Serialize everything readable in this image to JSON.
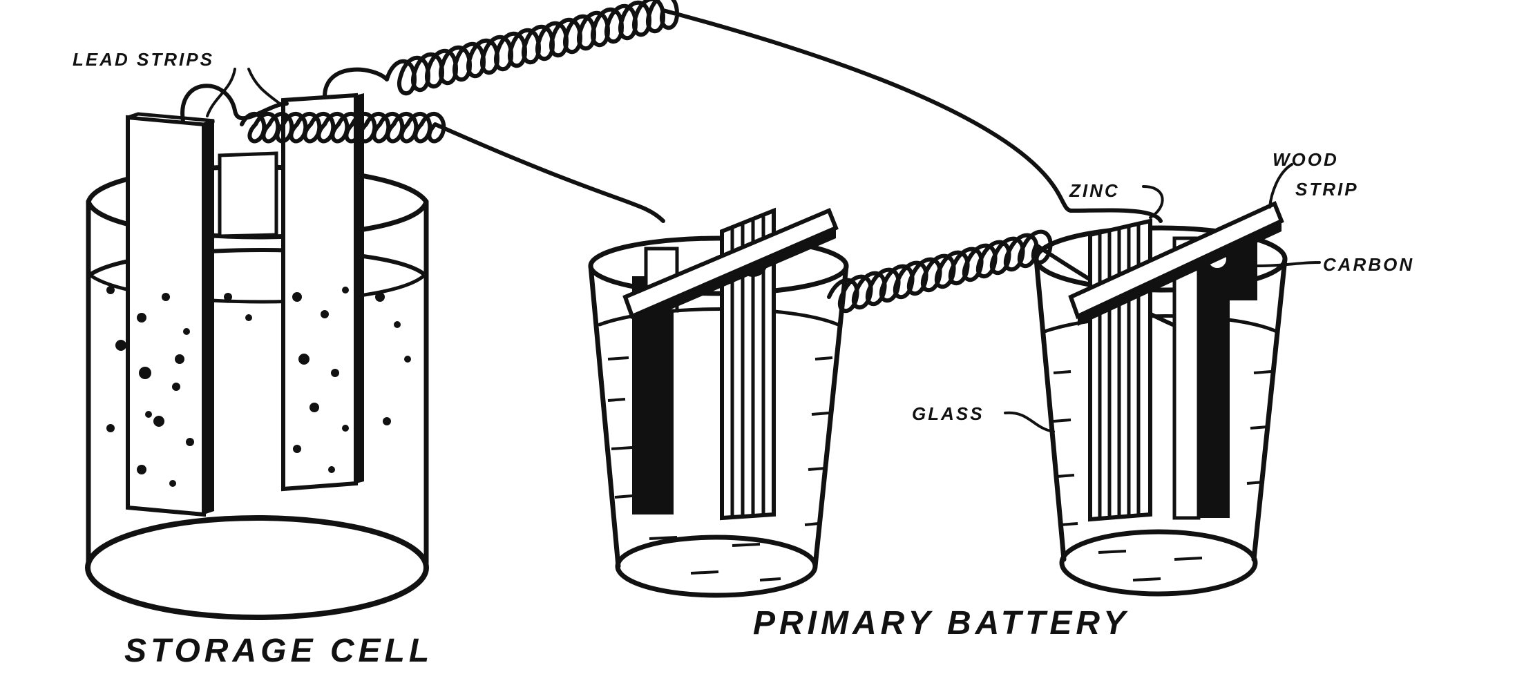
{
  "labels": {
    "lead_strips": "LEAD STRIPS",
    "zinc": "ZINC",
    "wood_strip_line1": "WOOD",
    "wood_strip_line2": "STRIP",
    "carbon": "CARBON",
    "glass": "GLASS",
    "storage_cell": "STORAGE CELL",
    "primary_battery": "PRIMARY BATTERY"
  },
  "colors": {
    "ink": "#111111",
    "paper": "#ffffff"
  }
}
